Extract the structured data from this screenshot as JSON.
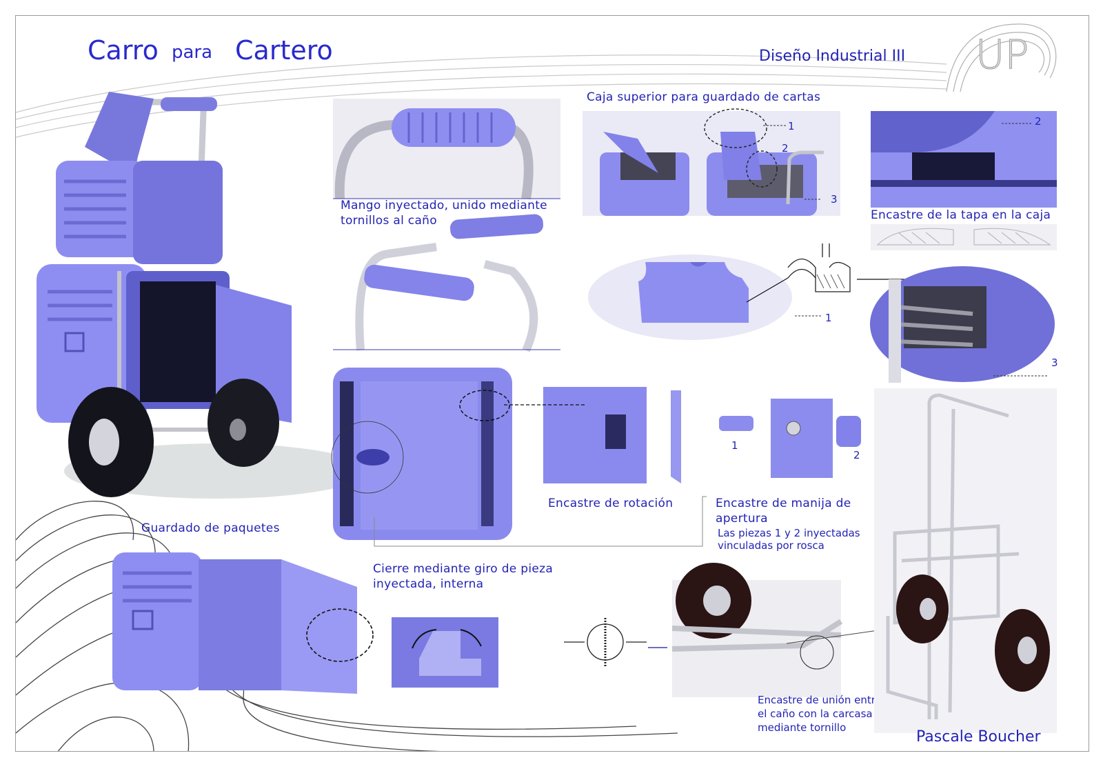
{
  "header": {
    "title_part1": "Carro",
    "title_part2": "para",
    "title_part3": "Cartero",
    "course": "Diseño Industrial III",
    "logo_text": "UP"
  },
  "labels": {
    "mango": "Mango inyectado, unido mediante",
    "mango_2": "tornillos al caño",
    "caja_superior": "Caja superior para guardado de cartas",
    "encastre_tapa": "Encastre de la tapa en la caja",
    "encastre_rotacion": "Encastre de rotación",
    "encastre_manija_1": "Encastre de manija de",
    "encastre_manija_2": "apertura",
    "piezas_1": "Las piezas 1 y 2 inyectadas",
    "piezas_2": "vinculadas por rosca",
    "guardado_paquetes": "Guardado de paquetes",
    "cierre_1": "Cierre mediante giro de pieza",
    "cierre_2": "inyectada, interna",
    "union_1": "Encastre de unión entre",
    "union_2": "el caño con la carcasa",
    "union_3": "mediante tornillo",
    "author": "Pascale Boucher"
  },
  "callouts": {
    "c1": "1",
    "c2": "2",
    "c3": "3",
    "d1": "1",
    "d2": "2",
    "d3": "3",
    "m1": "1",
    "m2": "2"
  },
  "colors": {
    "product": "#8f8ff0",
    "product_dark": "#5a5ac4",
    "text": "#2323b5",
    "frame": "#9a9a9a"
  }
}
